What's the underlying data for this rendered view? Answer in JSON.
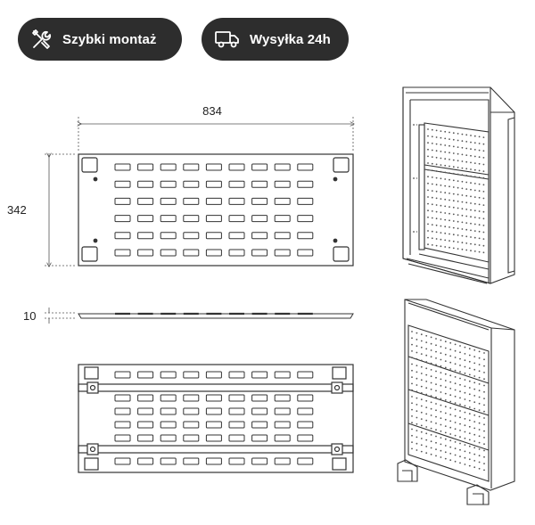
{
  "badges": [
    {
      "label": "Szybki montaż",
      "icon": "tools-icon"
    },
    {
      "label": "Wysyłka 24h",
      "icon": "truck-icon"
    }
  ],
  "dimensions": {
    "width": "834",
    "height": "342",
    "thickness": "10"
  },
  "colors": {
    "badge_bg": "#2d2d2d",
    "badge_text": "#ffffff",
    "line": "#333333"
  }
}
